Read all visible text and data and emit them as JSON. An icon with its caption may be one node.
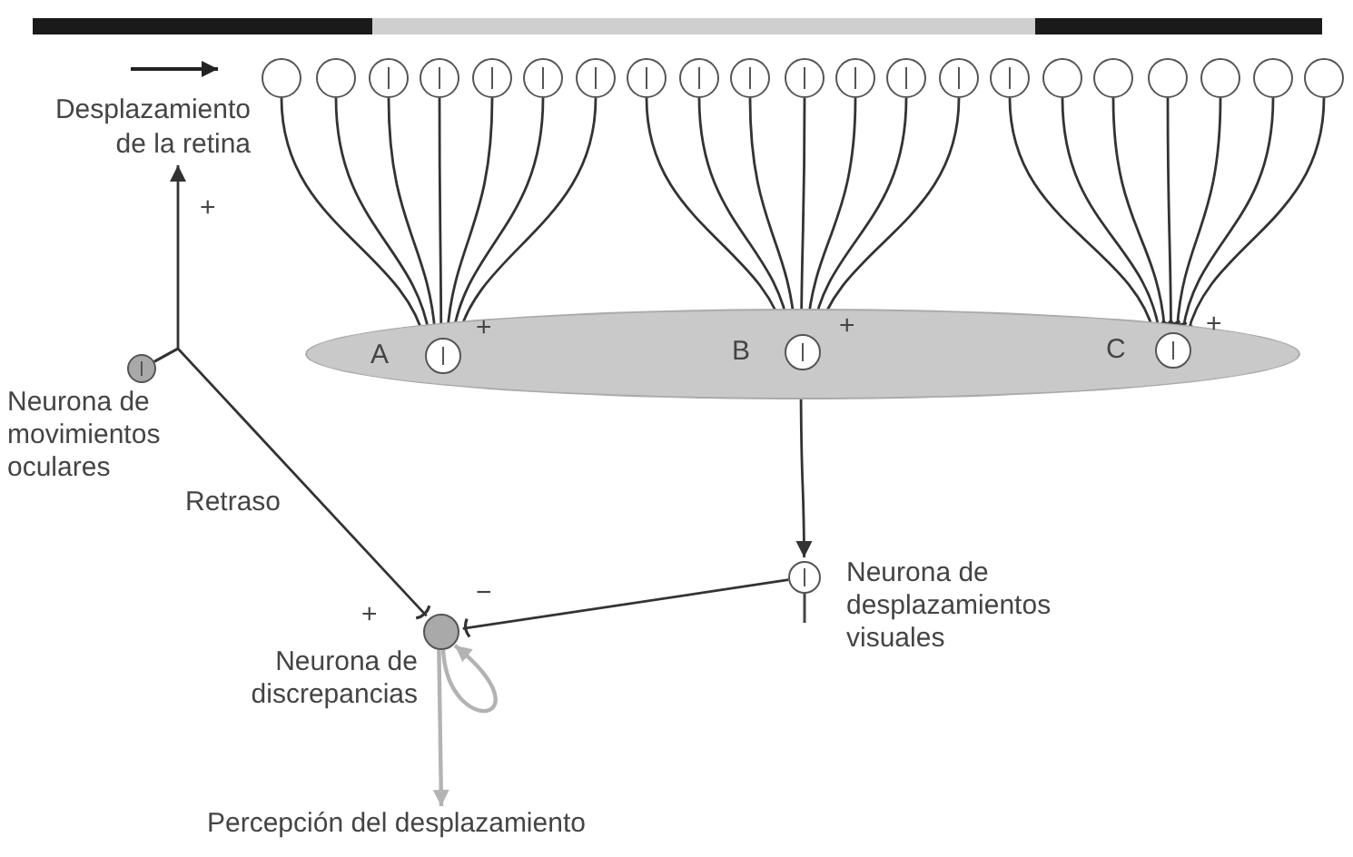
{
  "diagram": {
    "nodes": [
      {
        "text": [],
        "shape": "circle"
      },
      {
        "text": [],
        "shape": "circle"
      },
      {
        "text": [],
        "shape": "circle"
      },
      {
        "text": [],
        "shape": "circle"
      },
      {
        "text": [],
        "shape": "circle"
      },
      {
        "text": [],
        "shape": "circle"
      },
      {
        "text": [],
        "shape": "circle"
      },
      {
        "text": [],
        "shape": "circle"
      },
      {
        "text": [],
        "shape": "circle"
      },
      {
        "text": [],
        "shape": "circle"
      },
      {
        "text": [],
        "shape": "circle"
      },
      {
        "text": [],
        "shape": "circle"
      },
      {
        "text": [],
        "shape": "circle"
      },
      {
        "text": [],
        "shape": "circle"
      },
      {
        "text": [],
        "shape": "circle"
      },
      {
        "text": [],
        "shape": "circle"
      },
      {
        "text": [],
        "shape": "circle"
      },
      {
        "text": [],
        "shape": "circle"
      },
      {
        "text": [],
        "shape": "circle"
      },
      {
        "text": [],
        "shape": "circle"
      },
      {
        "text": [],
        "shape": "circle"
      },
      {
        "text": [
          "Desplazamiento de la retina"
        ]
      },
      {
        "text": [],
        "shape": "ellipse"
      },
      {
        "text": [],
        "shape": "circle",
        "beside": [
          "A"
        ],
        "in": 22
      },
      {
        "text": [],
        "shape": "circle",
        "beside": [
          "B"
        ],
        "in": 22
      },
      {
        "text": [],
        "shape": "circle",
        "beside": [
          "C"
        ],
        "in": 22
      },
      {
        "text": [],
        "shape": "circle",
        "beside": [
          "Neurona de movimientos oculares"
        ]
      },
      {
        "text": [],
        "shape": "circle",
        "beside": [
          "Neurona de desplazamientos visuales"
        ]
      },
      {
        "text": [],
        "shape": "circle",
        "beside": [
          "Neurona de discrepancias"
        ]
      },
      {
        "text": [
          "Percepción del desplazamiento"
        ]
      }
    ],
    "edges": [
      {
        "from": 0,
        "to": 23,
        "arrow": "other"
      },
      {
        "from": 1,
        "to": 23,
        "arrow": "other"
      },
      {
        "from": 2,
        "to": 23,
        "arrow": "other"
      },
      {
        "from": 3,
        "to": 23,
        "arrow": "other"
      },
      {
        "from": 4,
        "to": 23,
        "arrow": "other"
      },
      {
        "from": 5,
        "to": 23,
        "arrow": "other"
      },
      {
        "from": 6,
        "to": 23,
        "arrow": "other"
      },
      {
        "from": 7,
        "to": 24,
        "arrow": "other"
      },
      {
        "from": 8,
        "to": 24,
        "arrow": "other"
      },
      {
        "from": 9,
        "to": 24,
        "arrow": "other"
      },
      {
        "from": 10,
        "to": 24,
        "arrow": "other"
      },
      {
        "from": 11,
        "to": 24,
        "arrow": "other"
      },
      {
        "from": 12,
        "to": 24,
        "arrow": "other"
      },
      {
        "from": 13,
        "to": 24,
        "arrow": "other"
      },
      {
        "from": 14,
        "to": 25,
        "arrow": "other"
      },
      {
        "from": 15,
        "to": 25,
        "arrow": "other"
      },
      {
        "from": 16,
        "to": 25,
        "arrow": "other"
      },
      {
        "from": 17,
        "to": 25,
        "arrow": "other"
      },
      {
        "from": 18,
        "to": 25,
        "arrow": "other"
      },
      {
        "from": 19,
        "to": 25,
        "arrow": "other"
      },
      {
        "from": 20,
        "to": 25,
        "arrow": "other"
      },
      {
        "from": 24,
        "to": 27,
        "arrow": "to"
      },
      {
        "from": 26,
        "to": 21,
        "arrow": "to"
      },
      {
        "from": 26,
        "to": 28,
        "arrow": "other",
        "label": "Retraso"
      },
      {
        "from": 27,
        "to": 28,
        "arrow": "other"
      },
      {
        "from": 28,
        "to": 29,
        "arrow": "to",
        "color": "#b3b3b3"
      },
      {
        "from": 28,
        "to": 28,
        "arrow": "to",
        "color": "#b3b3b3"
      }
    ],
    "labels": [
      "+",
      "+",
      "+",
      "+",
      "−",
      "+"
    ]
  }
}
